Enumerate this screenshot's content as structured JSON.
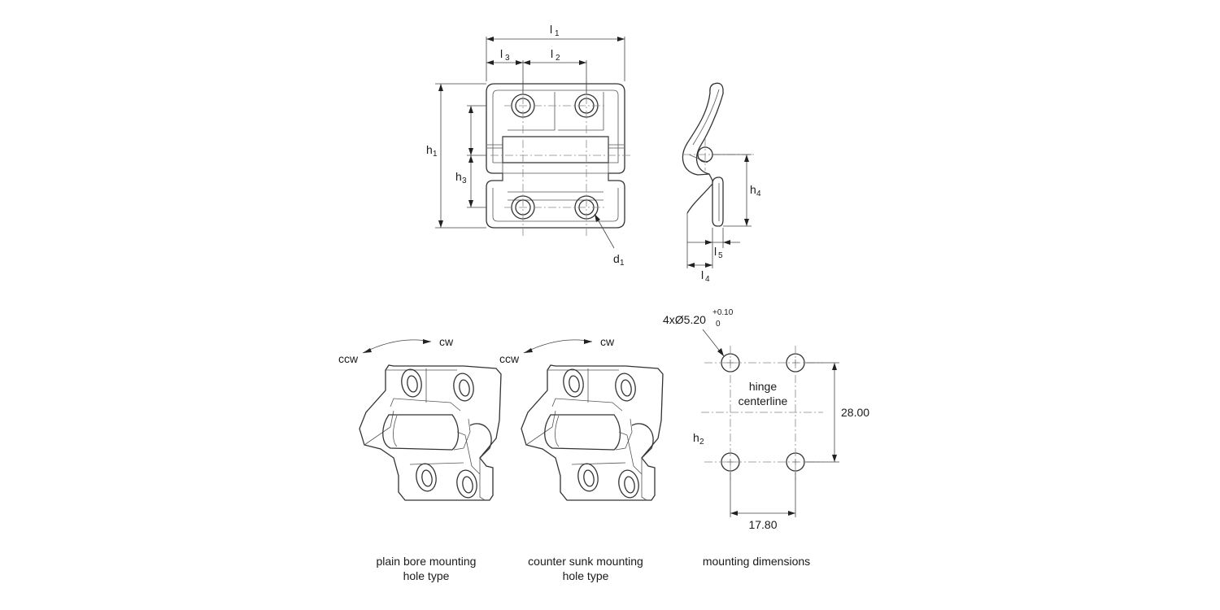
{
  "dimensions": {
    "l1": {
      "base": "l",
      "sub": "1"
    },
    "l2": {
      "base": "l",
      "sub": "2"
    },
    "l3": {
      "base": "l",
      "sub": "3"
    },
    "l4": {
      "base": "l",
      "sub": "4"
    },
    "l5": {
      "base": "l",
      "sub": "5"
    },
    "h1": {
      "base": "h",
      "sub": "1"
    },
    "h2": {
      "base": "h",
      "sub": "2"
    },
    "h3": {
      "base": "h",
      "sub": "3"
    },
    "h4": {
      "base": "h",
      "sub": "4"
    },
    "d1": {
      "base": "d",
      "sub": "1"
    }
  },
  "rotation": {
    "ccw": "ccw",
    "cw": "cw"
  },
  "hole_spec": {
    "text": "4xØ5.20",
    "tol_upper": "+0.10",
    "tol_lower": "0"
  },
  "mounting": {
    "centerline_line1": "hinge",
    "centerline_line2": "centerline",
    "vertical_spacing": "28.00",
    "horizontal_spacing": "17.80"
  },
  "captions": {
    "plain_line1": "plain bore mounting",
    "plain_line2": "hole type",
    "counter_line1": "counter sunk mounting",
    "counter_line2": "hole type",
    "mounting": "mounting dimensions"
  }
}
